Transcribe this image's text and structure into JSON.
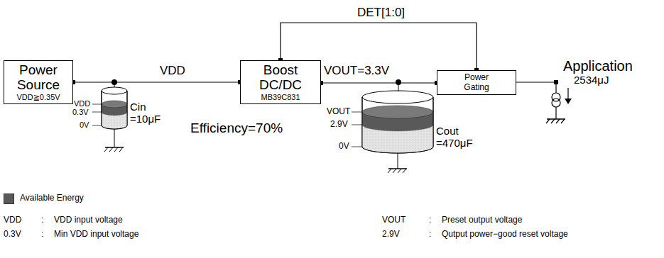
{
  "diagram": {
    "nodes": [
      {
        "text": [
          "Power Source",
          "VDD≧0.35V"
        ]
      },
      {
        "text": [
          "Boost DC/DC",
          "MB39C831"
        ]
      },
      {
        "text": [
          "Power Gating"
        ]
      }
    ],
    "edges": [
      {
        "from": 0,
        "to": 1,
        "label": "VDD",
        "arrow": "none"
      },
      {
        "from": 1,
        "to": 2,
        "label": "VOUT=3.3V",
        "arrow": "none"
      },
      {
        "from": 1,
        "to": 2,
        "label": "DET[1:0]",
        "arrow": "none"
      }
    ],
    "labels": [
      "VDD",
      "0.3V",
      "0V",
      "Cin =10μF",
      "Efficiency=70%",
      "VOUT",
      "2.9V",
      "0V",
      "Cout =470μF",
      "Application",
      "2534μJ",
      "VDD",
      ":",
      "VDD input voltage",
      "0.3V",
      ":",
      "Min VDD input voltage",
      "VOUT",
      ":",
      "Preset output voltage",
      "2.9V",
      ":",
      "Qutput power−good reset voltage"
    ],
    "legend": [
      {
        "text": "Available Energy",
        "color": "#595959"
      }
    ]
  }
}
